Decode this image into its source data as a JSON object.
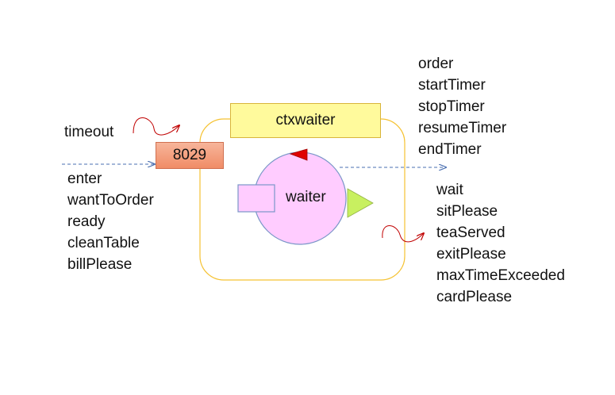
{
  "context_name": "ctxwaiter",
  "port_label": "8029",
  "actor_name": "waiter",
  "timeout_label": "timeout",
  "input_messages": [
    "enter",
    "wantToOrder",
    "ready",
    "cleanTable",
    "billPlease"
  ],
  "emitted_messages": [
    "order",
    "startTimer",
    "stopTimer",
    "resumeTimer",
    "endTimer"
  ],
  "output_messages": [
    "wait",
    "sitPlease",
    "teaServed",
    "exitPlease",
    "maxTimeExceeded",
    "cardPlease"
  ],
  "colors": {
    "context_border": "#f5c232",
    "context_box_fill": "#fffa9c",
    "port_fill": "#f5a07e",
    "actor_fill": "#ffccff",
    "actor_border": "#7a96c8",
    "arrow_color": "#4a6fb0",
    "wave_color": "#c00000",
    "red_marker": "#e00000",
    "green_marker": "#c8f060"
  }
}
